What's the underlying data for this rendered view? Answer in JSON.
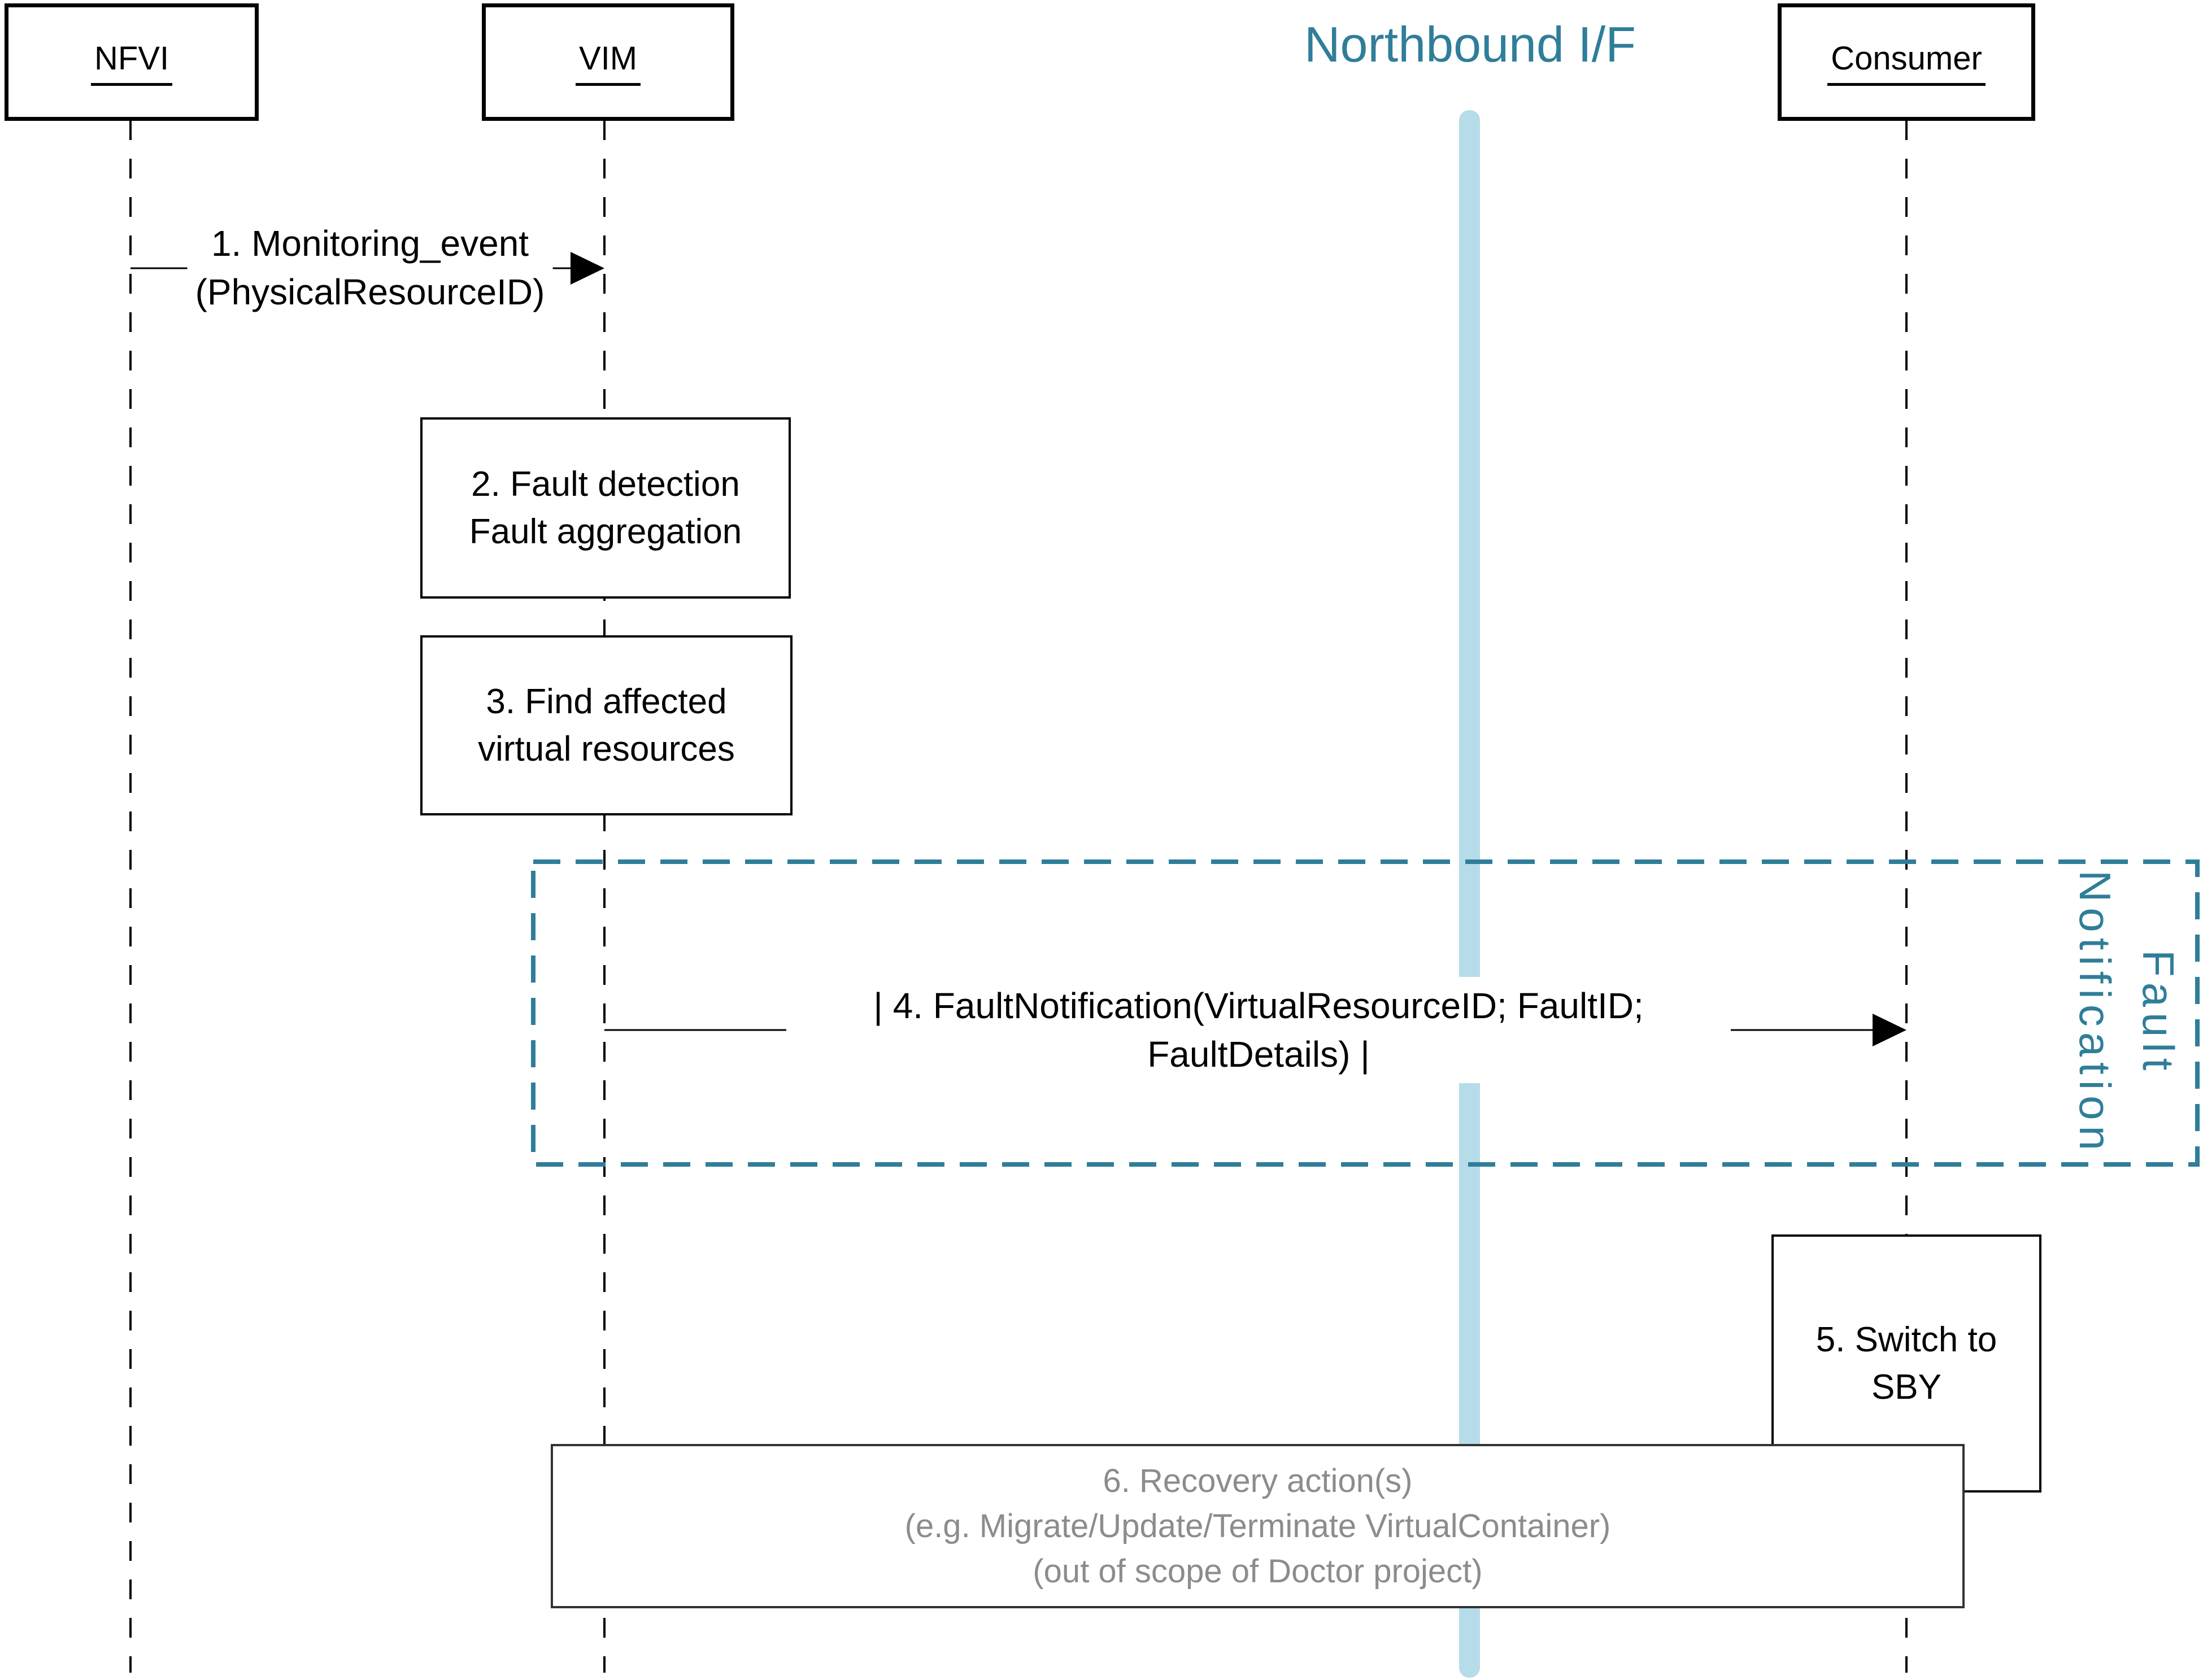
{
  "diagram": {
    "title": "Northbound I/F",
    "actors": [
      {
        "name": "NFVI"
      },
      {
        "name": "VIM"
      },
      {
        "name": "Consumer"
      }
    ],
    "messages": {
      "monitoring_event": "1. Monitoring_event\n(PhysicalResourceID)",
      "fault_notification": "| 4. FaultNotification(VirtualResourceID; FaultID; FaultDetails) |"
    },
    "steps": {
      "fault_detection": "2. Fault detection\nFault aggregation",
      "find_affected": "3. Find affected\nvirtual resources",
      "switch_to_sby": "5. Switch to\nSBY",
      "recovery_action": "6. Recovery action(s)\n(e.g. Migrate/Update/Terminate VirtualContainer)\n(out of scope of Doctor project)"
    },
    "group_label": "Fault\nNotification",
    "colors": {
      "teal": "#2F7E99",
      "light_blue": "#B7DCE9",
      "gray_text": "#8C8C8C"
    }
  }
}
